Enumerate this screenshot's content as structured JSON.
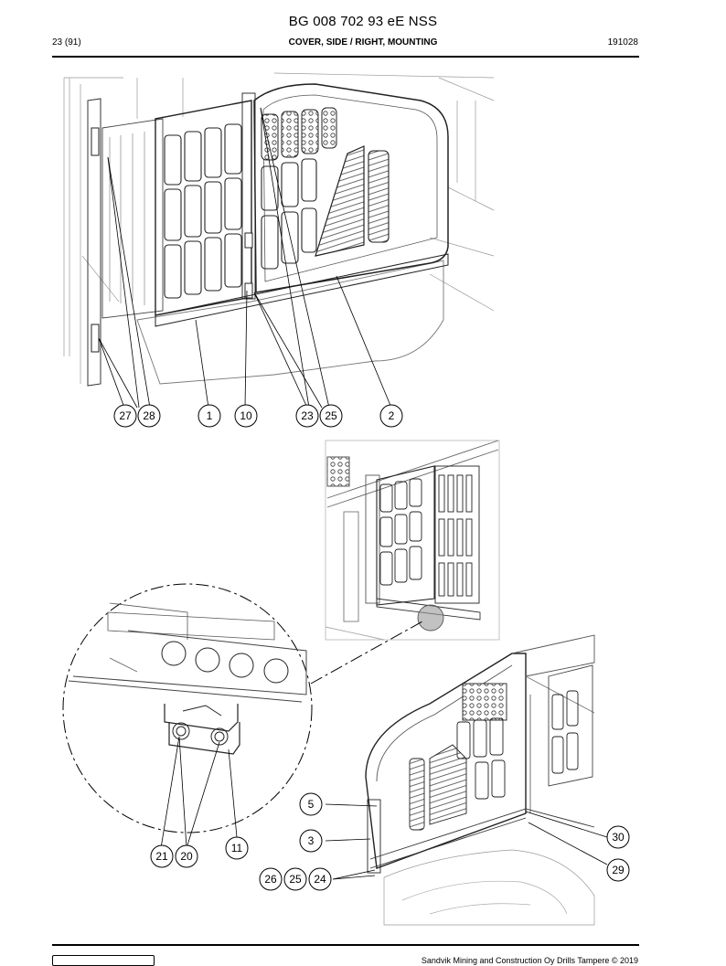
{
  "header": {
    "document_code": "BG 008 702 93 eE NSS",
    "page_ref": "23 (91)",
    "section_title": "COVER, SIDE / RIGHT, MOUNTING",
    "date_code": "191028"
  },
  "footer": {
    "copyright": "Sandvik Mining and Construction Oy Drills Tampere © 2019"
  },
  "callouts": {
    "c27": "27",
    "c28": "28",
    "c1": "1",
    "c10": "10",
    "c23": "23",
    "c25a": "25",
    "c2": "2",
    "c21": "21",
    "c20": "20",
    "c11": "11",
    "c5": "5",
    "c3": "3",
    "c26": "26",
    "c25b": "25",
    "c24": "24",
    "c30": "30",
    "c29": "29"
  }
}
